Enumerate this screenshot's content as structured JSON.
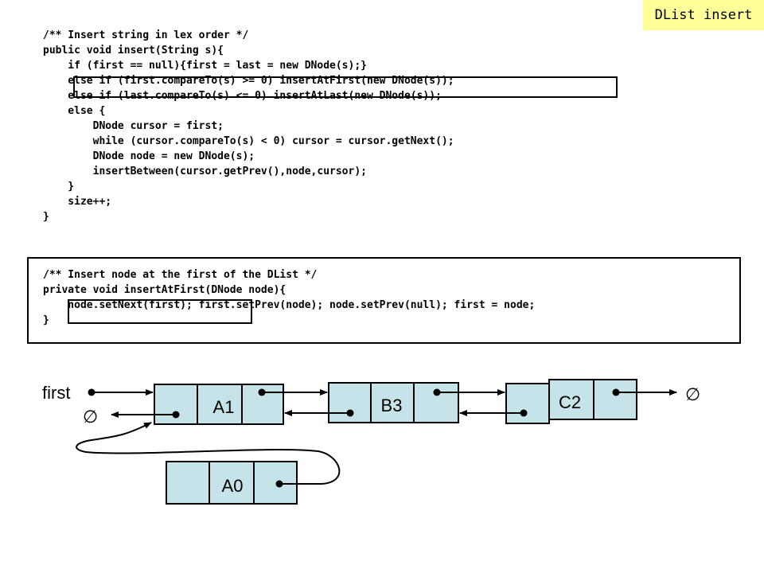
{
  "slide_tag": "DList insert",
  "code_insert": [
    "/** Insert string in lex order */",
    "public void insert(String s){",
    "    if (first == null){first = last = new DNode(s);}",
    "    else if (first.compareTo(s) >= 0) insertAtFirst(new DNode(s));",
    "    else if (last.compareTo(s) <= 0) insertAtLast(new DNode(s));",
    "    else {",
    "        DNode cursor = first;",
    "        while (cursor.compareTo(s) < 0) cursor = cursor.getNext();",
    "        DNode node = new DNode(s);",
    "        insertBetween(cursor.getPrev(),node,cursor);",
    "    }",
    "    size++;",
    "}"
  ],
  "code_insert_at_first": [
    "/** Insert node at the first of the DList */",
    "private void insertAtFirst(DNode node){",
    "    node.setNext(first); first.setPrev(node); node.setPrev(null); first = node;",
    "}"
  ],
  "diagram": {
    "first_label": "first",
    "null_symbol": "∅",
    "nodes": [
      "A1",
      "B3",
      "C2",
      "A0"
    ],
    "node_color": "#c5e3e8",
    "line_color": "#000000"
  }
}
